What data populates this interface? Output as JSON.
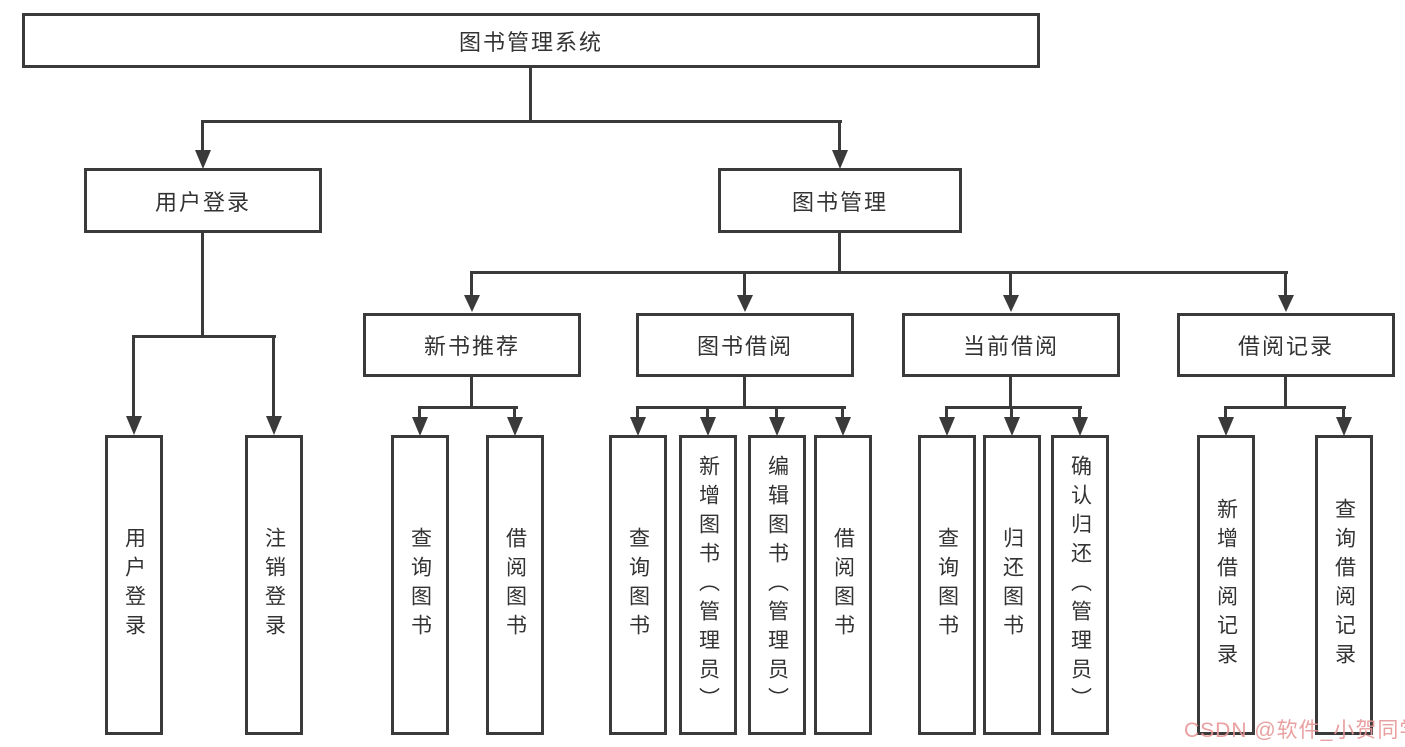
{
  "diagram_type": "hierarchy-tree",
  "tree": {
    "label": "图书管理系统",
    "children": [
      {
        "label": "用户登录",
        "children": [
          {
            "label": "用户登录"
          },
          {
            "label": "注销登录"
          }
        ]
      },
      {
        "label": "图书管理",
        "children": [
          {
            "label": "新书推荐",
            "children": [
              {
                "label": "查询图书"
              },
              {
                "label": "借阅图书"
              }
            ]
          },
          {
            "label": "图书借阅",
            "children": [
              {
                "label": "查询图书"
              },
              {
                "label": "新增图书（管理员）"
              },
              {
                "label": "编辑图书（管理员）"
              },
              {
                "label": "借阅图书"
              }
            ]
          },
          {
            "label": "当前借阅",
            "children": [
              {
                "label": "查询图书"
              },
              {
                "label": "归还图书"
              },
              {
                "label": "确认归还（管理员）"
              }
            ]
          },
          {
            "label": "借阅记录",
            "children": [
              {
                "label": "新增借阅记录"
              },
              {
                "label": "查询借阅记录"
              }
            ]
          }
        ]
      }
    ]
  },
  "watermark": {
    "text": "CSDN @软件_小贺同学",
    "color": "#e79898"
  },
  "colors": {
    "line": "#3a3a3a",
    "text": "#333333",
    "background": "#ffffff"
  }
}
